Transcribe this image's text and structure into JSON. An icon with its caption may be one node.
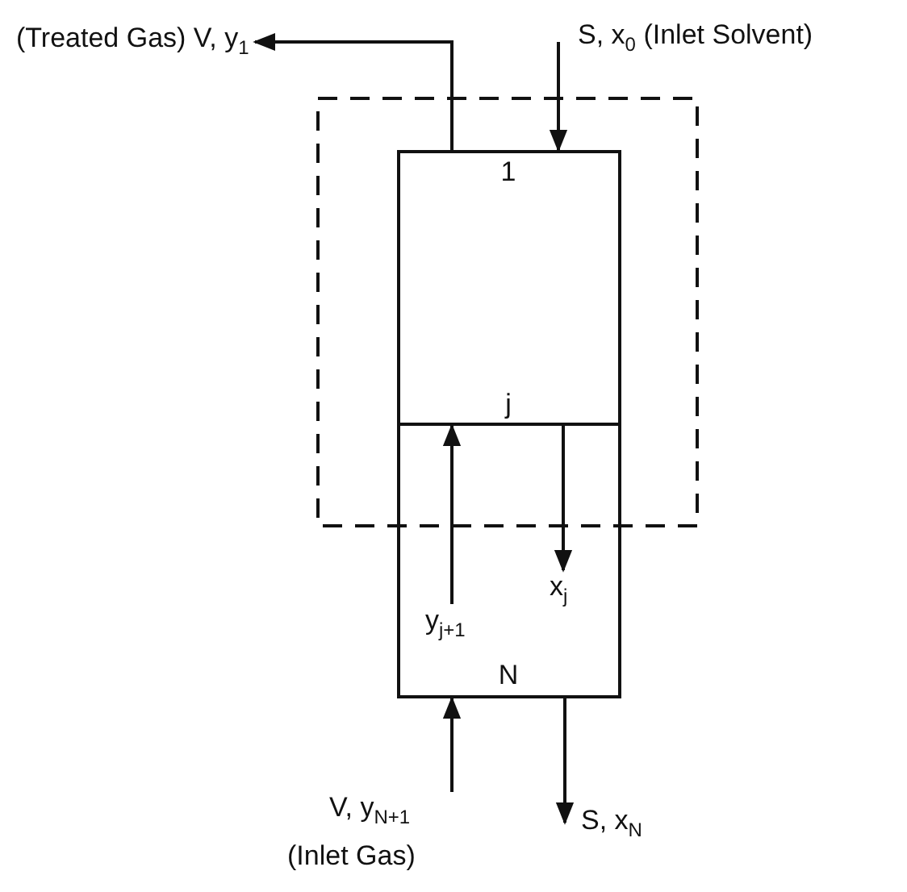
{
  "diagram": {
    "nodes": [
      {
        "text": [
          "1",
          "j"
        ]
      },
      {
        "text": [
          "N"
        ]
      },
      {
        "text": [
          "(Treated Gas) V, y$_{1}$"
        ]
      },
      {
        "text": [
          "S, x$_{0}$ (Inlet Solvent)"
        ]
      },
      {
        "text": [
          "y$_{j+1}$"
        ],
        "in": 1
      },
      {
        "text": [
          "x$_{j}$"
        ],
        "in": 1
      },
      {
        "text": [
          "V, y$_{N+1}$",
          "(Inlet Gas)"
        ]
      },
      {
        "text": [
          "S, x$_{N}$"
        ]
      }
    ],
    "edges": [
      {
        "from": 0,
        "to": 2,
        "arrow": "to"
      },
      {
        "from": 3,
        "to": 0,
        "arrow": "to"
      },
      {
        "from": 4,
        "to": 0,
        "arrow": "to"
      },
      {
        "from": 0,
        "to": 5,
        "arrow": "to"
      },
      {
        "from": 6,
        "to": 1,
        "arrow": "to"
      },
      {
        "from": 1,
        "to": 7,
        "arrow": "to"
      }
    ]
  }
}
